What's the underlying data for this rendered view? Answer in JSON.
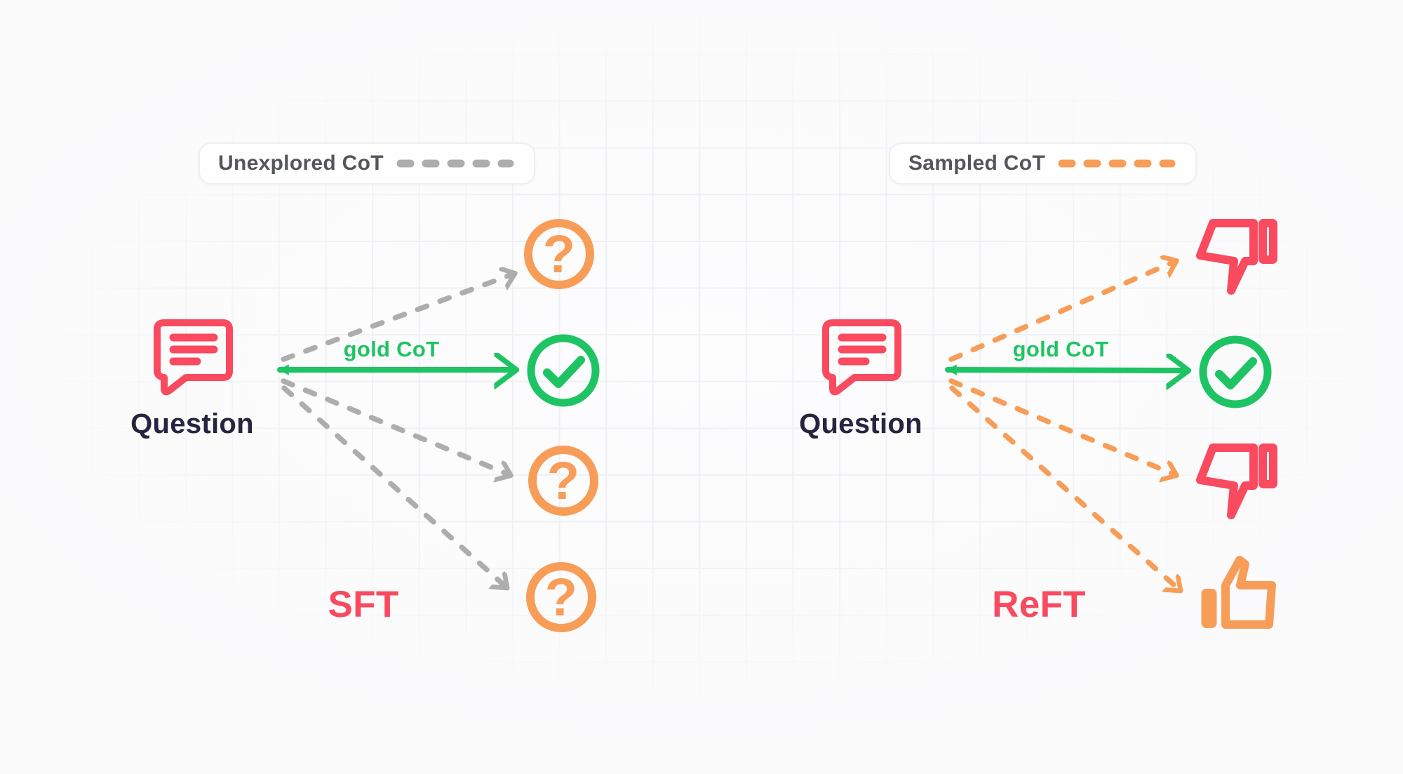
{
  "legend_left": {
    "label": "Unexplored CoT",
    "line_style": "dashed",
    "line_color": "#ADADAD"
  },
  "legend_right": {
    "label": "Sampled CoT",
    "line_style": "dashed",
    "line_color": "#F79D58"
  },
  "left_panel": {
    "question_label": "Question",
    "gold_cot_label": "gold CoT",
    "method_label": "SFT",
    "question_mark": "?",
    "targets": [
      "question-circle",
      "check-circle",
      "question-circle",
      "question-circle"
    ]
  },
  "right_panel": {
    "question_label": "Question",
    "gold_cot_label": "gold CoT",
    "method_label": "ReFT",
    "targets": [
      "thumbs-down",
      "check-circle",
      "thumbs-down",
      "thumbs-up"
    ]
  },
  "colors": {
    "pink": "#F94A5F",
    "orange": "#F79D58",
    "green": "#1EC463",
    "gray_dash": "#ADADAD",
    "navy_text": "#27243F",
    "legend_text": "#54565C",
    "background": "#FAFAFB",
    "grid_line": "#EEF0F5"
  }
}
